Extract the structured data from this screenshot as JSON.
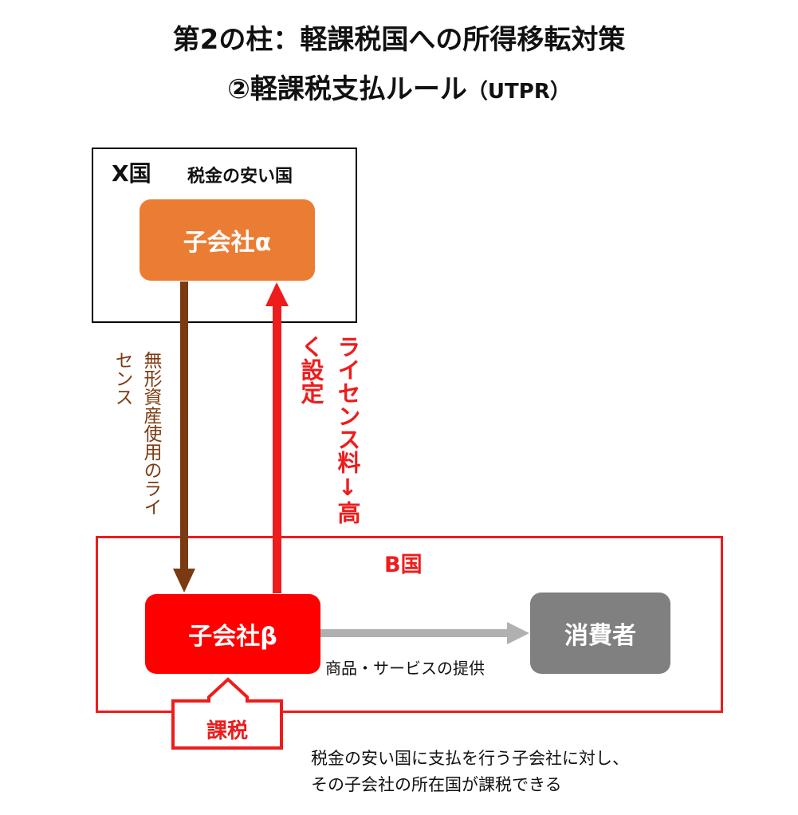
{
  "title": {
    "line1": "第2の柱：軽課税国への所得移転対策",
    "line2_main": "②軽課税支払ルール",
    "line2_paren": "（UTPR）"
  },
  "x_country": {
    "label": "X国",
    "sublabel": "税金の安い国",
    "entity": "子会社α"
  },
  "b_country": {
    "label": "B国",
    "entity": "子会社β",
    "consumer": "消費者"
  },
  "arrows": {
    "intangible_label": "無形資産使用のライセンス",
    "license_label": "ライセンス料↓高く設定",
    "goods_label": "商品・サービスの提供",
    "tax_label": "課税"
  },
  "note": {
    "line1": "税金の安い国に支払を行う子会社に対し、",
    "line2": "その子会社の所在国が課税できる"
  },
  "colors": {
    "alpha": "#ea7d33",
    "beta": "#ff0000",
    "consumer": "#808080",
    "license_arrow": "#ee1c1c",
    "intangible_arrow": "#7b3b12",
    "goods_arrow": "#b0b0b0"
  }
}
